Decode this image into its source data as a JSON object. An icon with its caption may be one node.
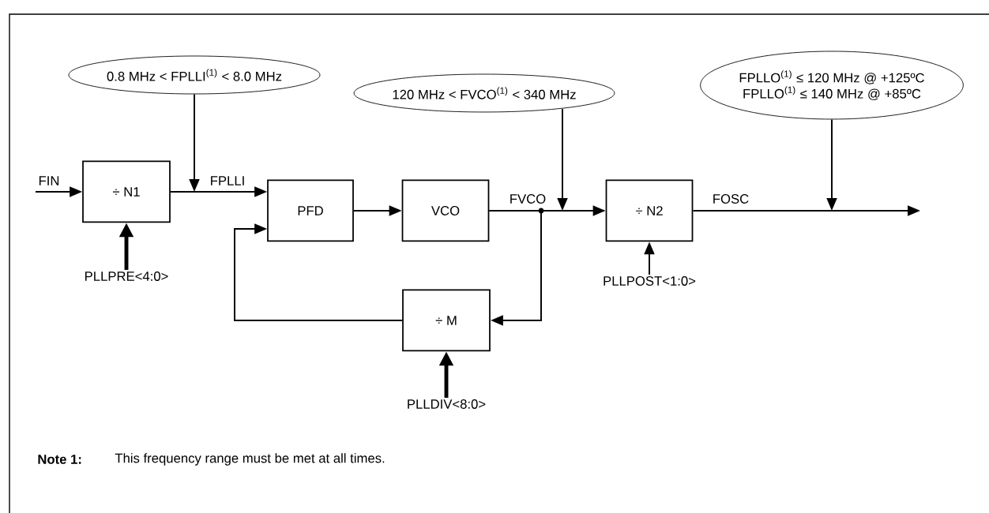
{
  "diagram": {
    "nodes": [
      {
        "text": [
          "0.8 MHz < FPLLI$^{(1)}$ < 8.0 MHz"
        ]
      },
      {
        "text": [
          "120 MHz < FVCO$^{(1)}$ < 340 MHz"
        ]
      },
      {
        "text": [
          "FPLLO$^{(1)}$ ≤ 120 MHz @ +125ºC",
          "FPLLO$^{(1)}$ ≤ 140 MHz @ +85ºC"
        ]
      },
      {
        "text": [
          "÷ N1"
        ]
      },
      {
        "text": [
          "PFD"
        ]
      },
      {
        "text": [
          "VCO"
        ]
      },
      {
        "text": [
          "÷ N2"
        ]
      },
      {
        "text": [
          "÷ M"
        ]
      },
      {
        "text": [
          "PLLPRE<4:0>"
        ]
      },
      {
        "text": [
          "PLLDIV<8:0>"
        ]
      },
      {
        "text": [
          "PLLPOST<1:0>"
        ]
      }
    ],
    "edges": [
      {
        "from": null,
        "to": 3,
        "arrow": "to",
        "label": "FIN"
      },
      {
        "from": 3,
        "to": 4,
        "arrow": "to",
        "label": "FPLLI"
      },
      {
        "from": 4,
        "to": 5,
        "arrow": "to"
      },
      {
        "from": 5,
        "to": 6,
        "arrow": "to",
        "label": "FVCO"
      },
      {
        "from": 5,
        "to": 7,
        "arrow": "to"
      },
      {
        "from": 7,
        "to": 4,
        "arrow": "to"
      },
      {
        "from": 6,
        "to": null,
        "arrow": "to",
        "label": "FOSC"
      },
      {
        "from": 0,
        "to": null,
        "arrow": "to"
      },
      {
        "from": 1,
        "to": null,
        "arrow": "to"
      },
      {
        "from": 2,
        "to": null,
        "arrow": "to"
      },
      {
        "from": 8,
        "to": 3,
        "arrow": "to",
        "style": "thick"
      },
      {
        "from": 10,
        "to": 6,
        "arrow": "to"
      },
      {
        "from": 9,
        "to": 7,
        "arrow": "to",
        "style": "thick"
      }
    ],
    "labels": [
      "Note 1:",
      "This frequency range must be met at all times."
    ]
  }
}
